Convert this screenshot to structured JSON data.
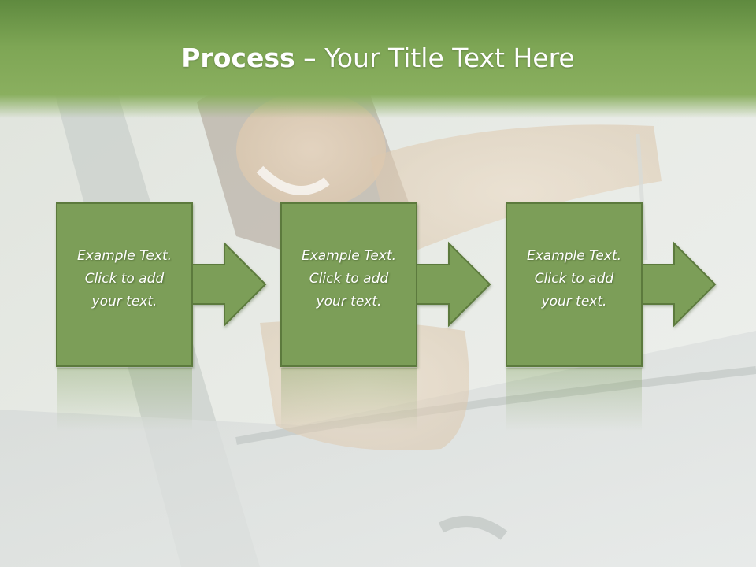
{
  "slide": {
    "title_strong": "Process",
    "title_rest": " – Your Title Text Here"
  },
  "steps": [
    {
      "lines": [
        "Example Text.",
        "Click  to add",
        "your text."
      ]
    },
    {
      "lines": [
        "Example Text.",
        "Click  to add",
        "your text."
      ]
    },
    {
      "lines": [
        "Example Text.",
        "Click  to add",
        "your text."
      ]
    }
  ],
  "colors": {
    "box_fill": "#7c9e58",
    "box_stroke": "#5c7a3c",
    "header_green": "#7ea655",
    "text": "#ffffff"
  }
}
